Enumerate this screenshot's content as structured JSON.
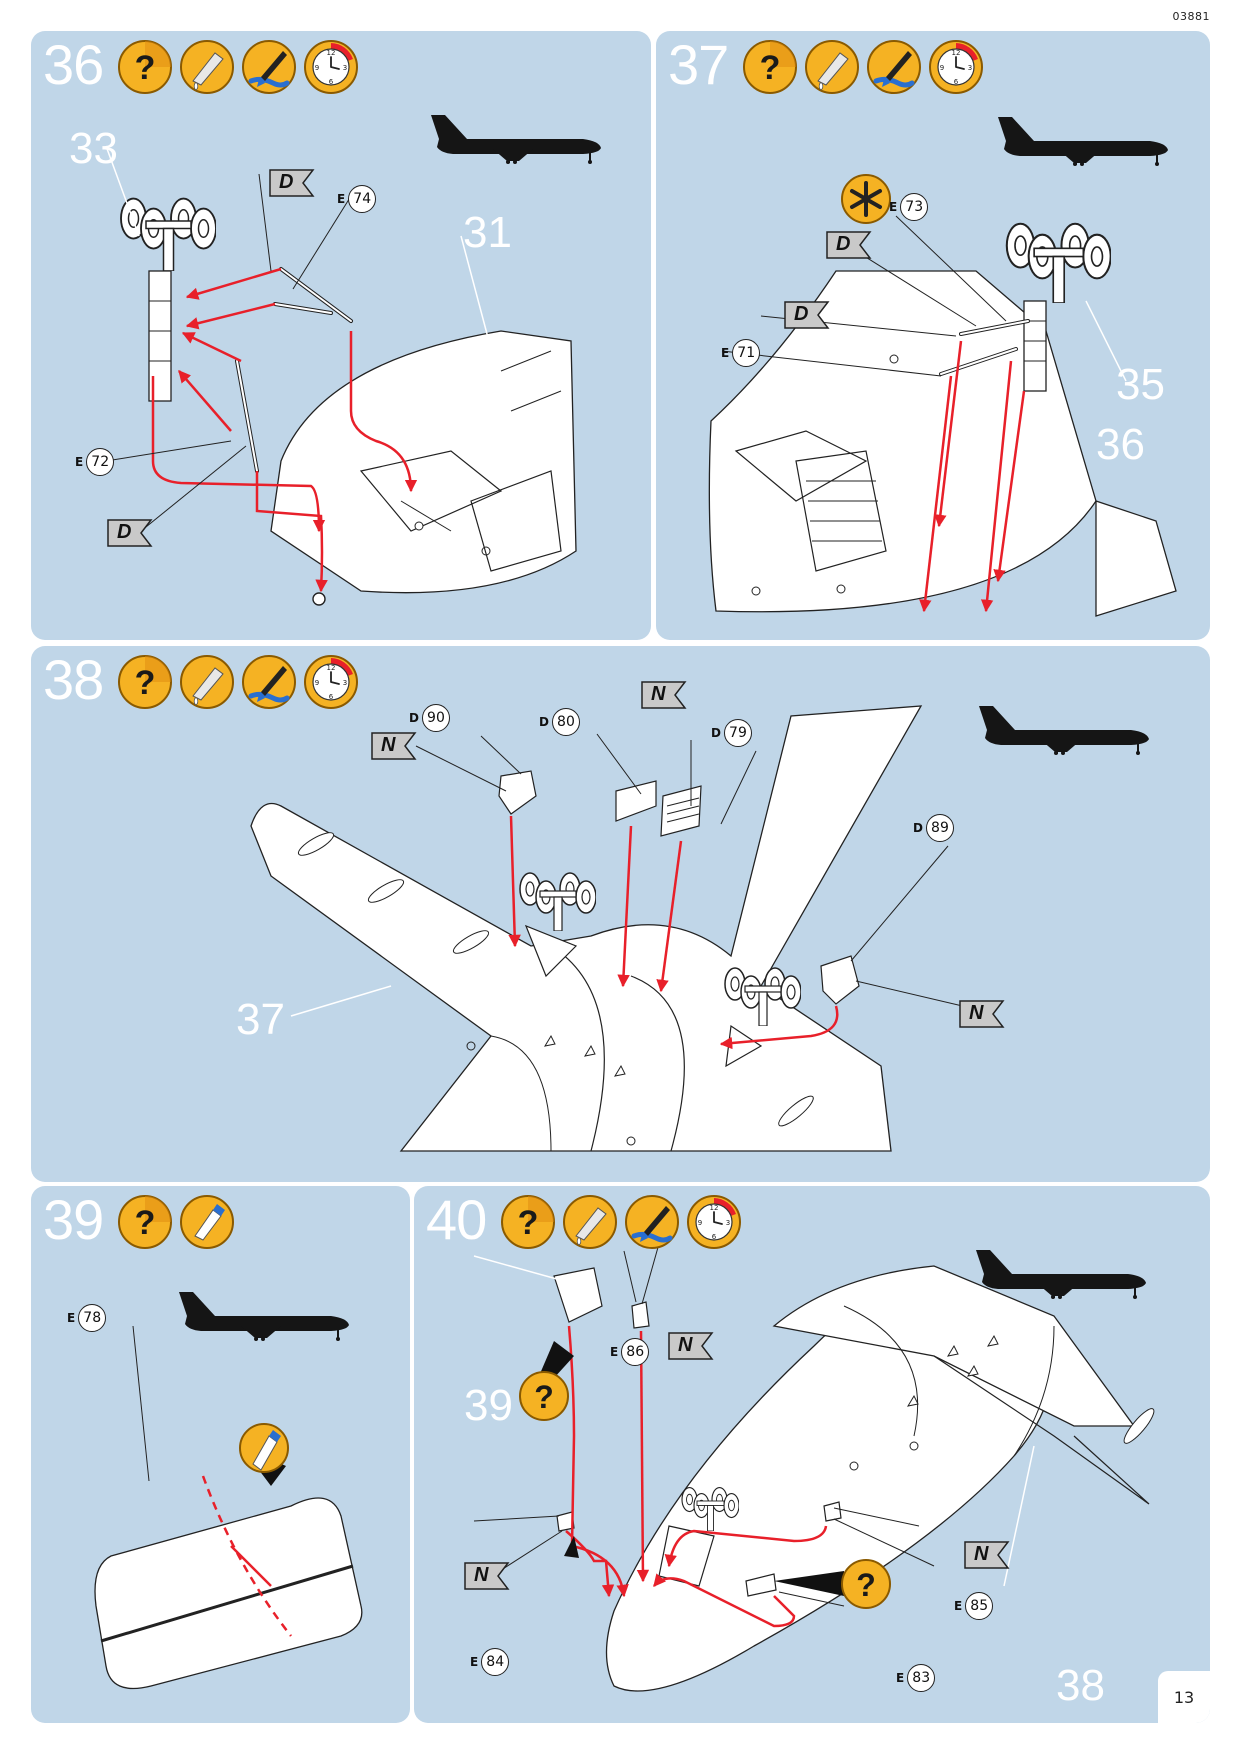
{
  "page": {
    "code": "03881",
    "page_number": "13"
  },
  "icon_names": [
    "question-icon",
    "glue-icon",
    "paint-brush-icon",
    "clock-icon",
    "knife-icon",
    "star-icon"
  ],
  "colors": {
    "panel": "#c0d6e8",
    "arrow": "#e8202a",
    "icon_yellow": "#f5b223",
    "aircraft": "#151515"
  },
  "steps": [
    {
      "number": "36",
      "refs": {
        "a": "33",
        "b": "31"
      },
      "flags": [
        "D",
        "D"
      ],
      "labels": [
        {
          "pre": "E",
          "num": "74"
        },
        {
          "pre": "E",
          "num": "72"
        }
      ]
    },
    {
      "number": "37",
      "refs": {
        "a": "35",
        "b": "36"
      },
      "flags": [
        "D",
        "D"
      ],
      "labels": [
        {
          "pre": "E",
          "num": "73"
        },
        {
          "pre": "E",
          "num": "71"
        }
      ]
    },
    {
      "number": "38",
      "refs": {
        "a": "37"
      },
      "flags": [
        "N",
        "N",
        "N"
      ],
      "labels": [
        {
          "pre": "D",
          "num": "90"
        },
        {
          "pre": "D",
          "num": "80"
        },
        {
          "pre": "D",
          "num": "79"
        },
        {
          "pre": "D",
          "num": "89"
        }
      ]
    },
    {
      "number": "39",
      "labels": [
        {
          "pre": "E",
          "num": "78"
        }
      ]
    },
    {
      "number": "40",
      "refs": {
        "a": "39",
        "b": "38"
      },
      "flags": [
        "N",
        "N",
        "N"
      ],
      "labels": [
        {
          "pre": "E",
          "num": "86"
        },
        {
          "pre": "E",
          "num": "85"
        },
        {
          "pre": "E",
          "num": "84"
        },
        {
          "pre": "E",
          "num": "83"
        }
      ]
    }
  ]
}
